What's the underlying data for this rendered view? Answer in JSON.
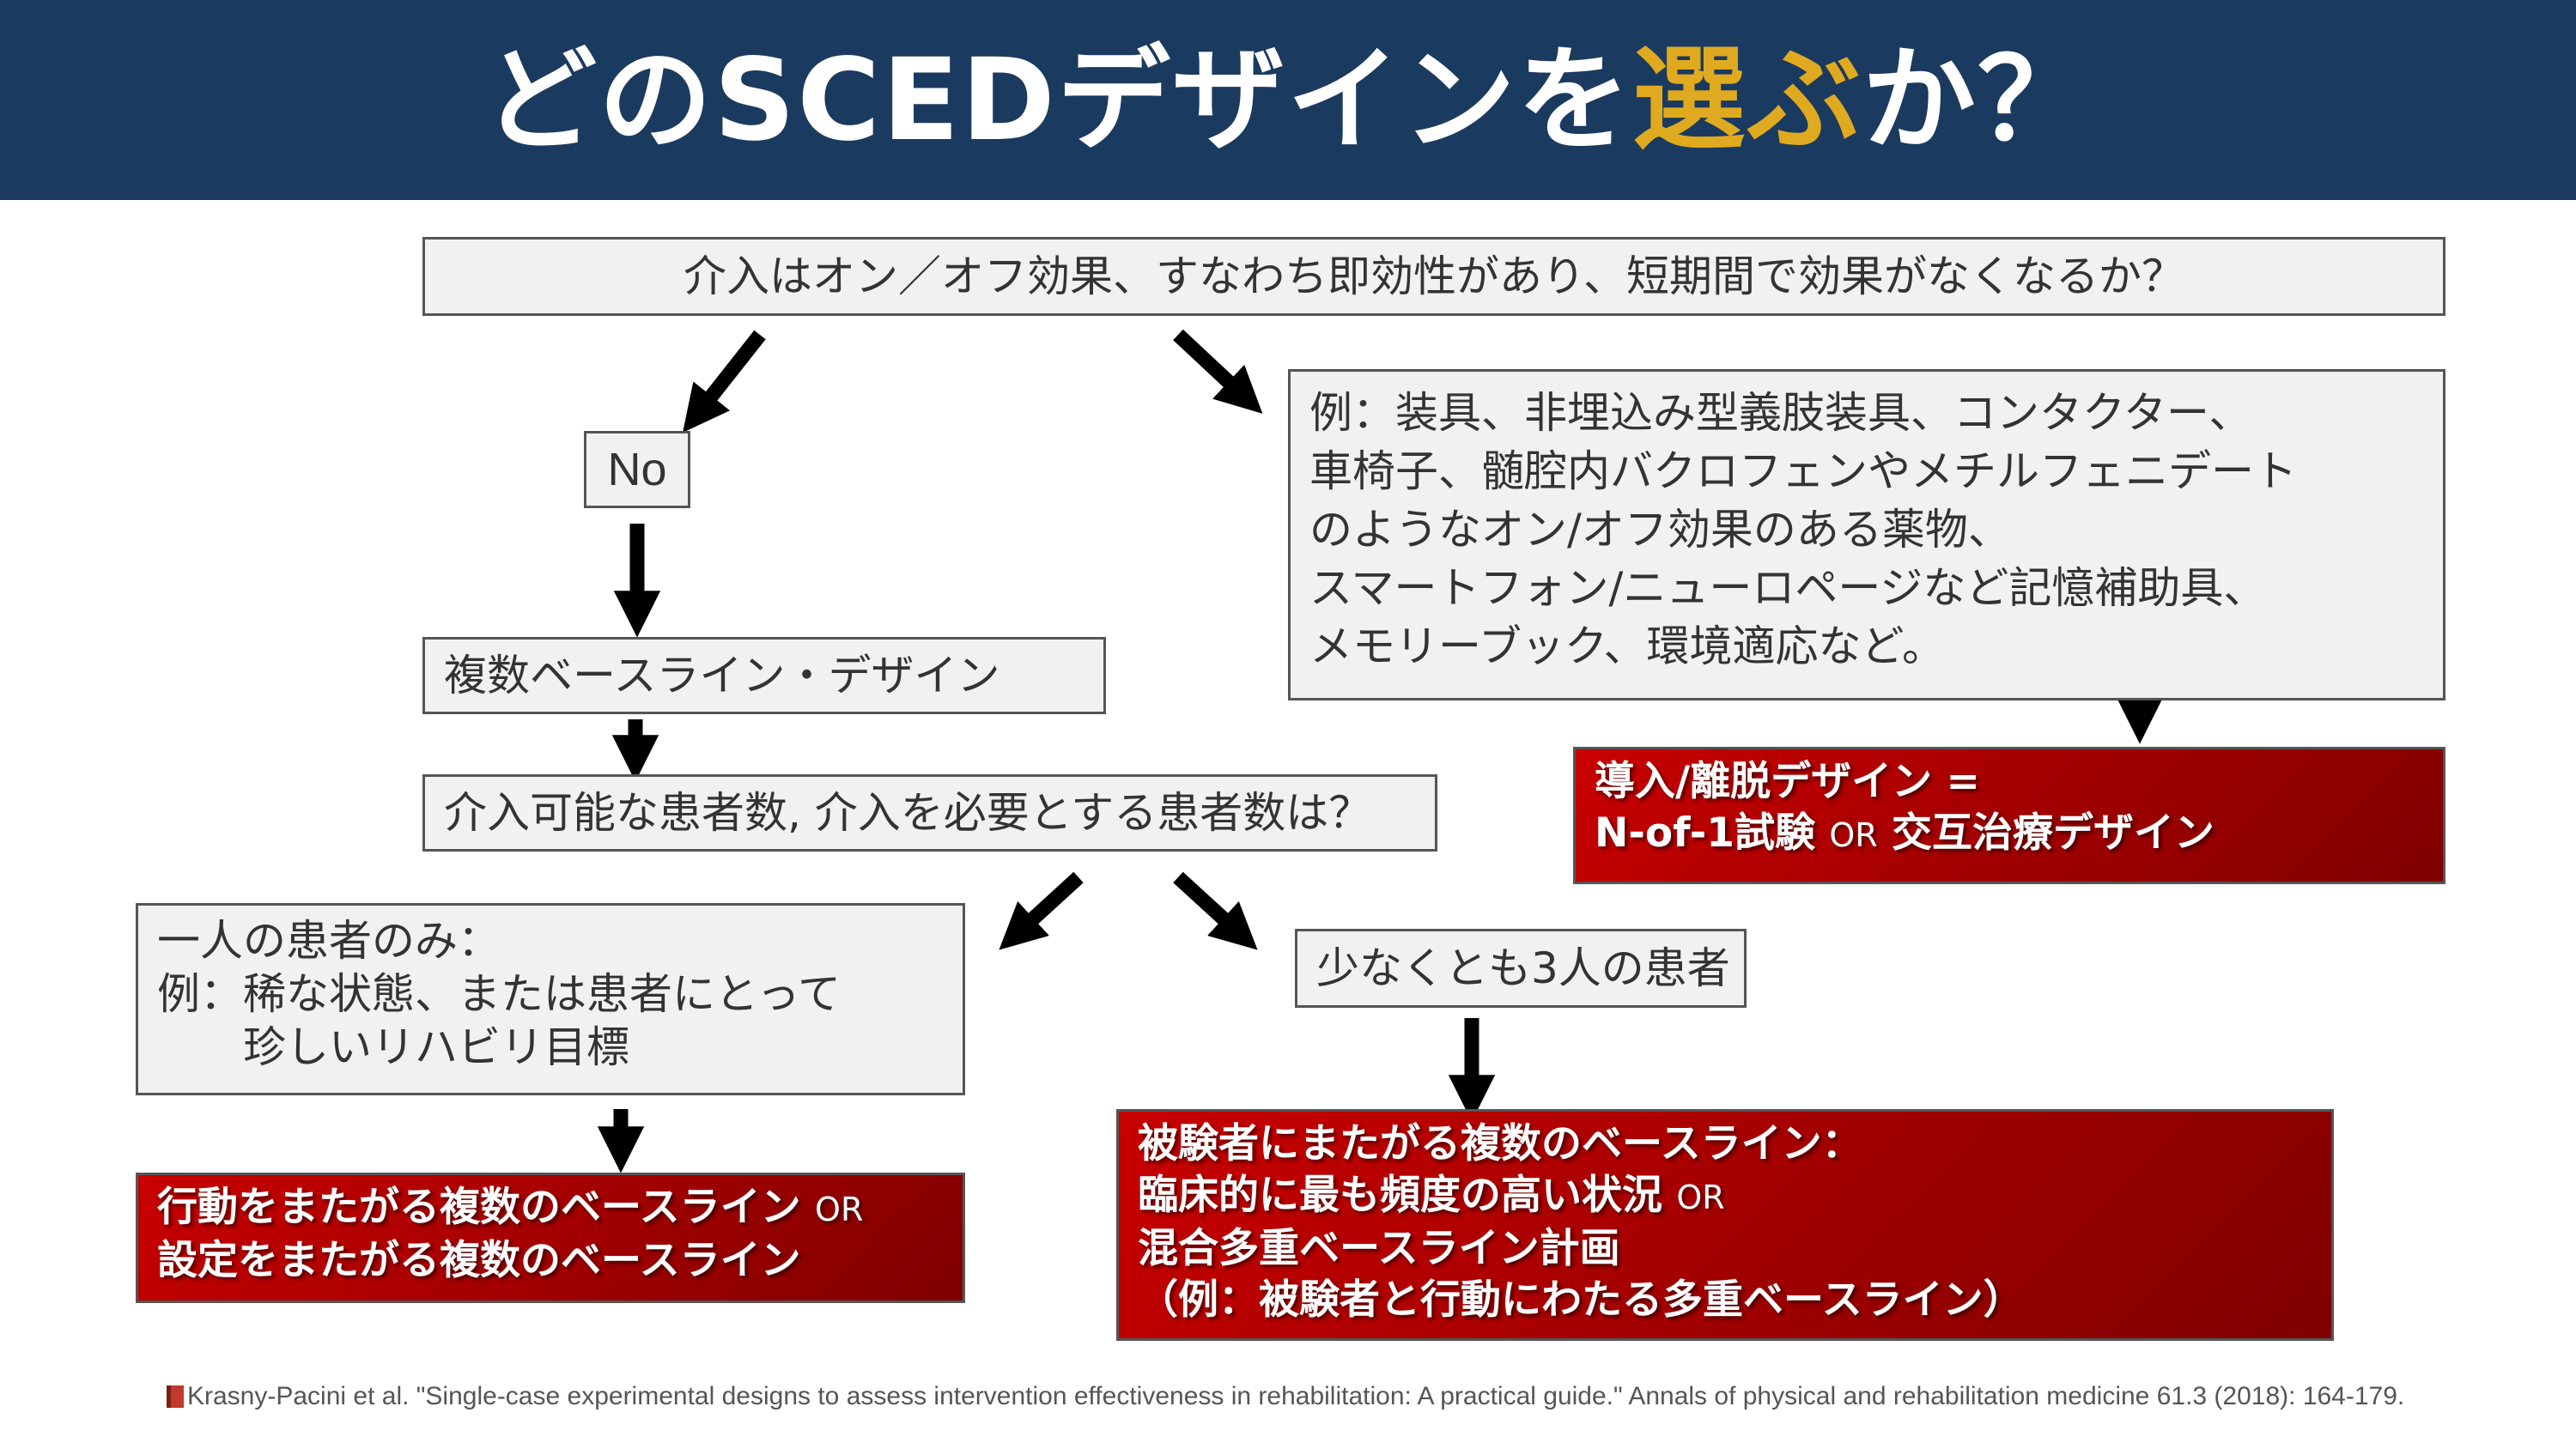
{
  "header": {
    "title_part1": "どのSCEDデザインを",
    "title_accent": "選ぶ",
    "title_part2": "か？"
  },
  "nodes": {
    "question_main": "介入はオン／オフ効果、すなわち即効性があり、短期間で効果がなくなるか？",
    "no_label": "No",
    "example_lines": [
      "例：装具、非埋込み型義肢装具、コンタクター、",
      "車椅子、髄腔内バクロフェンやメチルフェニデート",
      "のようなオン/オフ効果のある薬物、",
      "スマートフォン/ニューロページなど記憶補助具、",
      "メモリーブック、環境適応など。"
    ],
    "multi_baseline": "複数ベースライン・デザイン",
    "question_patients": "介入可能な患者数, 介入を必要とする患者数は？",
    "single_patient_lines": [
      "一人の患者のみ：",
      "例：稀な状態、または患者にとって",
      "珍しいリハビリ目標"
    ],
    "three_patients": "少なくとも3人の患者"
  },
  "results": {
    "withdrawal": {
      "line1": "導入/離脱デザイン =",
      "line2_a": "N-of-1試験",
      "line2_or": "OR",
      "line2_b": "交互治療デザイン"
    },
    "behaviors": {
      "line1_a": "行動をまたがる複数のベースライン",
      "line1_or": "OR",
      "line2": "設定をまたがる複数のベースライン"
    },
    "subjects": {
      "line1": "被験者にまたがる複数のベースライン：",
      "line2_a": "臨床的に最も頻度の高い状況",
      "line2_or": "OR",
      "line3": "混合多重ベースライン計画",
      "line4": "（例：被験者と行動にわたる多重ベースライン）"
    }
  },
  "citation": {
    "icon": "book-icon",
    "text": "Krasny-Pacini et al. \"Single-case experimental designs to assess intervention effectiveness in rehabilitation: A practical guide.\" Annals of physical and rehabilitation medicine 61.3 (2018): 164-179."
  },
  "colors": {
    "header_bg": "#1b3a5f",
    "title_text": "#ffffff",
    "title_accent": "#e0aa20",
    "box_bg": "#f1f1f1",
    "result_bg": "#b00000"
  }
}
